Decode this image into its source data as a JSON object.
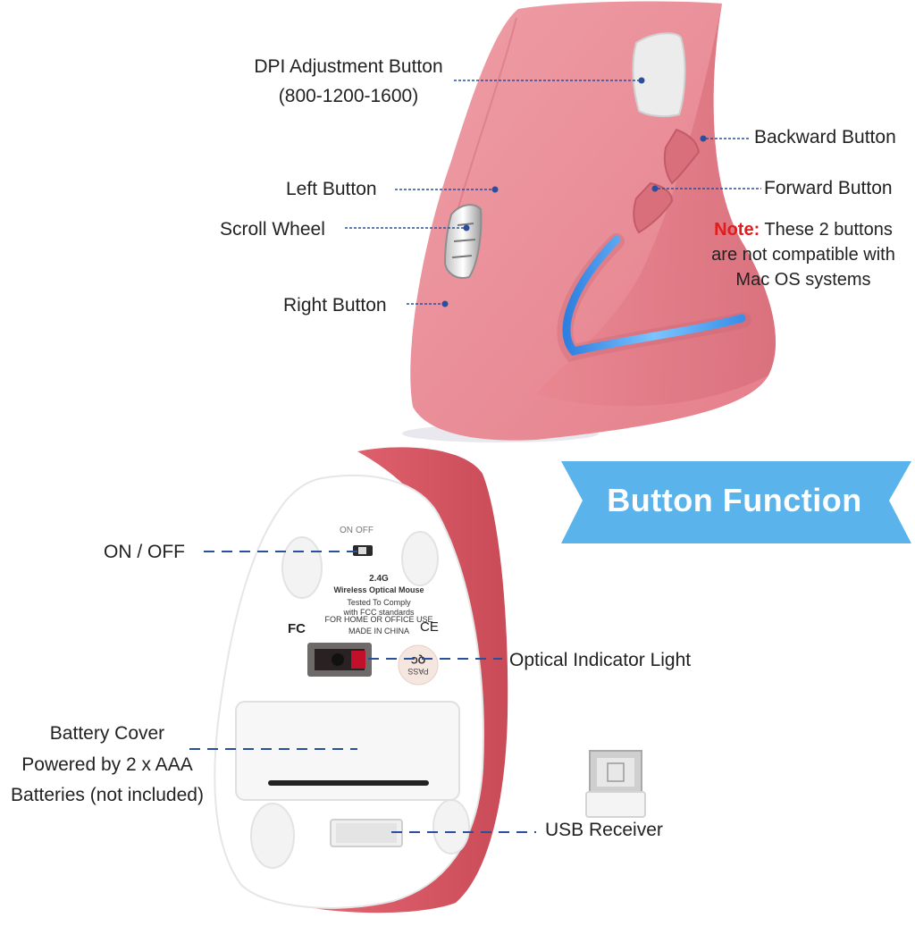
{
  "top_callouts": {
    "dpi_line1": "DPI Adjustment Button",
    "dpi_line2": "(800-1200-1600)",
    "backward": "Backward Button",
    "left": "Left Button",
    "forward": "Forward Button",
    "scroll": "Scroll Wheel",
    "note_label": "Note:",
    "note_text_1": " These 2 buttons",
    "note_text_2": "are not compatible with",
    "note_text_3": "Mac OS systems",
    "right": "Right Button"
  },
  "banner": {
    "title": "Button Function"
  },
  "bottom_callouts": {
    "on_off": "ON / OFF",
    "optical": "Optical Indicator Light",
    "battery_1": "Battery Cover",
    "battery_2": "Powered by 2 x AAA",
    "battery_3": "Batteries (not included)",
    "usb": "USB Receiver"
  },
  "mouse_label": {
    "switch_on": "ON",
    "switch_off": "OFF",
    "band": "2.4G",
    "model": "Wireless Optical Mouse",
    "line1": "Tested To Comply",
    "line2": "with FCC standards",
    "line3": "FOR HOME OR OFFICE USE",
    "line4": "MADE IN CHINA",
    "fcc": "FC",
    "ce": "CE",
    "qc": "QC",
    "pass": "PASS"
  },
  "colors": {
    "mouse_pink": "#e98c95",
    "mouse_pink_dark": "#d9737e",
    "mouse_red": "#e25a66",
    "led_blue": "#4aa3f0",
    "banner_blue": "#5ab3ea",
    "note_red": "#e21b1b",
    "callout_line": "#2c4f9c"
  }
}
